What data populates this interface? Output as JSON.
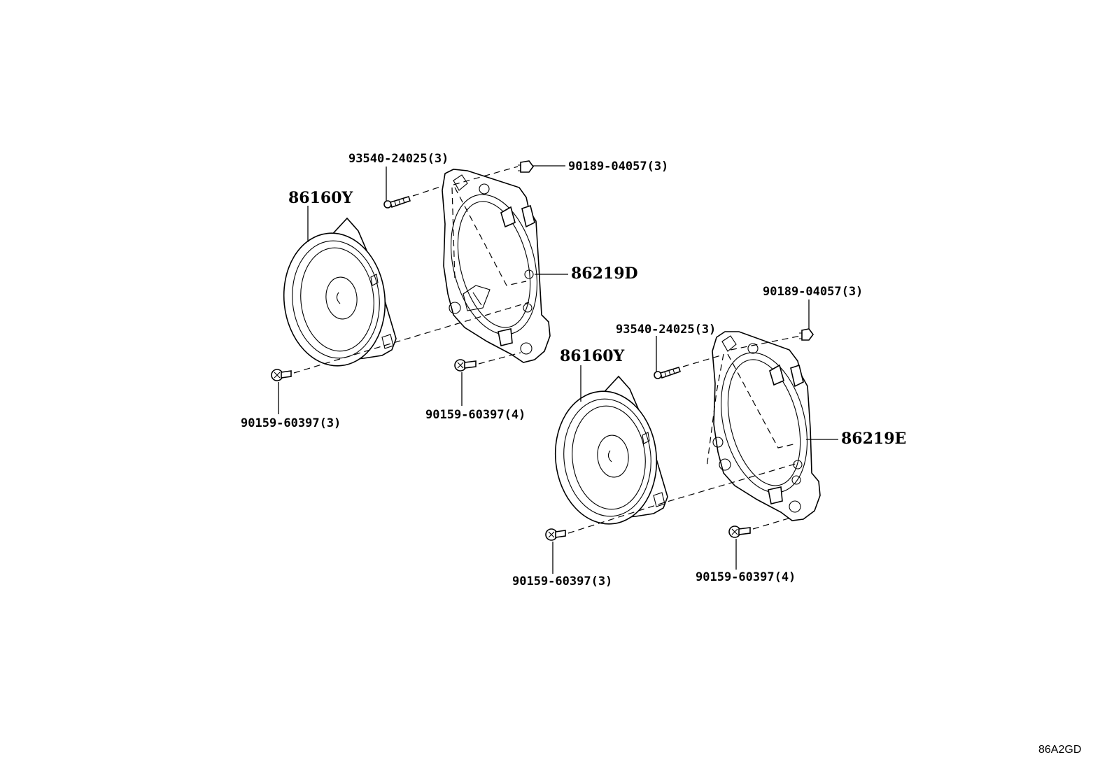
{
  "diagram_code": "86A2GD",
  "group_left": {
    "speaker_label": "86160Y",
    "bracket_label": "86219D",
    "screw_top_label": "93540-24025(3)",
    "clip_label": "90189-04057(3)",
    "bolt_speaker_label": "90159-60397(3)",
    "bolt_bracket_label": "90159-60397(4)"
  },
  "group_right": {
    "speaker_label": "86160Y",
    "bracket_label": "86219E",
    "screw_top_label": "93540-24025(3)",
    "clip_label": "90189-04057(3)",
    "bolt_speaker_label": "90159-60397(3)",
    "bolt_bracket_label": "90159-60397(4)"
  }
}
